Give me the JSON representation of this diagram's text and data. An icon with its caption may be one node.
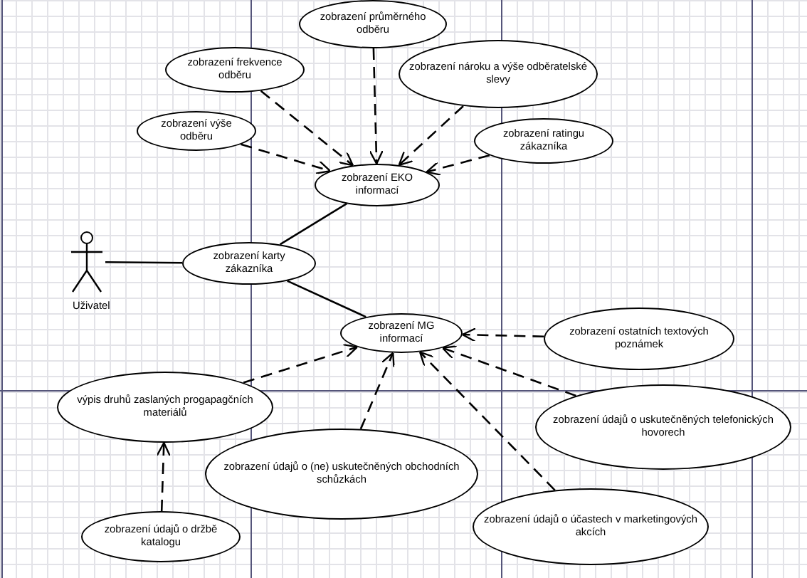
{
  "diagram": {
    "nodes": [
      {
        "text": [
          "zobrazení průměrného odběru"
        ]
      },
      {
        "text": [
          "zobrazení frekvence odběru"
        ]
      },
      {
        "text": [
          "zobrazení nároku a výše odběratelské slevy"
        ]
      },
      {
        "text": [
          "zobrazení výše odběru"
        ]
      },
      {
        "text": [
          "zobrazení ratingu zákazníka"
        ]
      },
      {
        "text": [
          "zobrazení EKO informací"
        ]
      },
      {
        "text": [
          "Uživatel"
        ]
      },
      {
        "text": [
          "zobrazení karty zákazníka"
        ]
      },
      {
        "text": [
          "zobrazení MG informací"
        ]
      },
      {
        "text": [
          "zobrazení ostatních textových poznámek"
        ]
      },
      {
        "text": [
          "výpis druhů zaslaných progapagčních materiálů"
        ]
      },
      {
        "text": [
          "zobrazení údajů o uskutečněných telefonických hovorech"
        ]
      },
      {
        "text": [
          "zobrazení údajů o (ne) uskutečněných obchodních schůzkách"
        ]
      },
      {
        "text": [
          "zobrazení údajů o držbě katalogu"
        ]
      },
      {
        "text": [
          "zobrazení údajů o účastech v marketingových akcích"
        ]
      }
    ],
    "edges": [
      {
        "from": 0,
        "to": 5,
        "arrow": "to",
        "style": "dashed"
      },
      {
        "from": 1,
        "to": 5,
        "arrow": "to",
        "style": "dashed"
      },
      {
        "from": 2,
        "to": 5,
        "arrow": "to",
        "style": "dashed"
      },
      {
        "from": 3,
        "to": 5,
        "arrow": "to",
        "style": "dashed"
      },
      {
        "from": 4,
        "to": 5,
        "arrow": "to",
        "style": "dashed"
      },
      {
        "from": 7,
        "to": 5,
        "arrow": "none"
      },
      {
        "from": 6,
        "to": 7,
        "arrow": "none"
      },
      {
        "from": 7,
        "to": 8,
        "arrow": "none"
      },
      {
        "from": 9,
        "to": 8,
        "arrow": "to",
        "style": "dashed"
      },
      {
        "from": 10,
        "to": 8,
        "arrow": "to",
        "style": "dashed"
      },
      {
        "from": 11,
        "to": 8,
        "arrow": "to",
        "style": "dashed"
      },
      {
        "from": 12,
        "to": 8,
        "arrow": "to",
        "style": "dashed"
      },
      {
        "from": 14,
        "to": 8,
        "arrow": "to",
        "style": "dashed"
      },
      {
        "from": 13,
        "to": 10,
        "arrow": "to",
        "style": "dashed"
      }
    ]
  }
}
